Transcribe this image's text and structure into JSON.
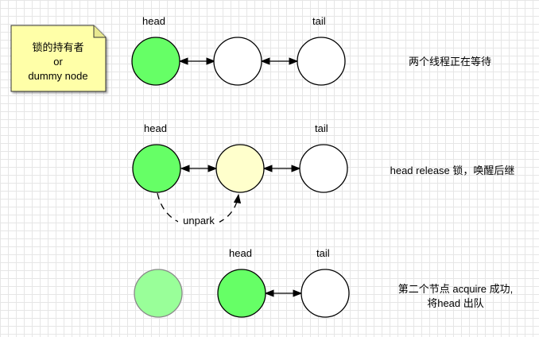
{
  "note": {
    "lines": [
      "锁的持有者",
      "or",
      "dummy node"
    ],
    "fill": "#ffffa8",
    "stroke": "#333333"
  },
  "colors": {
    "head_node": "#66ff66",
    "waking_node": "#ffffcc",
    "empty_node": "#ffffff",
    "dequeued_node": "#99ff99",
    "stroke": "#000000"
  },
  "rows": [
    {
      "head_label": "head",
      "tail_label": "tail",
      "caption": "两个线程正在等待"
    },
    {
      "head_label": "head",
      "tail_label": "tail",
      "caption": "head release 锁，唤醒后继",
      "curve_label": "unpark"
    },
    {
      "head_label": "head",
      "tail_label": "tail",
      "caption_lines": [
        "第二个节点 acquire 成功,",
        "将head 出队"
      ]
    }
  ]
}
